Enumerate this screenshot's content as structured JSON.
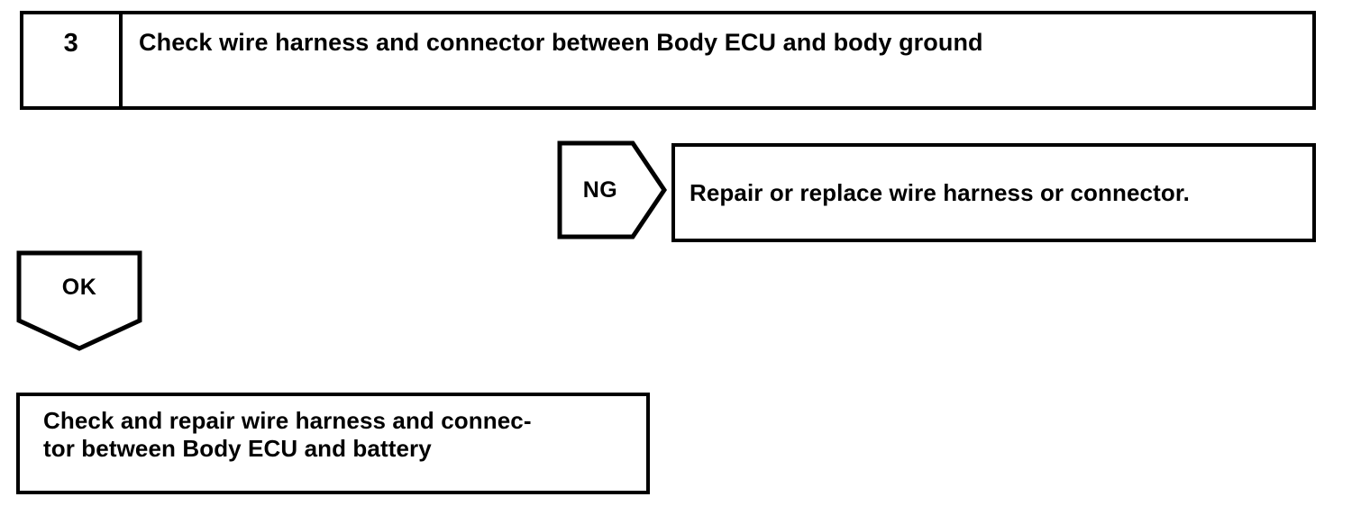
{
  "diagram": {
    "type": "troubleshooting-flowchart",
    "colors": {
      "stroke": "#000000",
      "background": "#ffffff",
      "text": "#000000"
    },
    "step": {
      "number": "3",
      "title": "Check wire harness and connector between Body ECU and body ground"
    },
    "branches": {
      "ng": {
        "label": "NG",
        "result_text": "Repair or replace wire harness or connector."
      },
      "ok": {
        "label": "OK",
        "result_line_1": "Check and repair wire harness and connec-",
        "result_line_2": "tor between Body ECU and battery"
      }
    }
  }
}
